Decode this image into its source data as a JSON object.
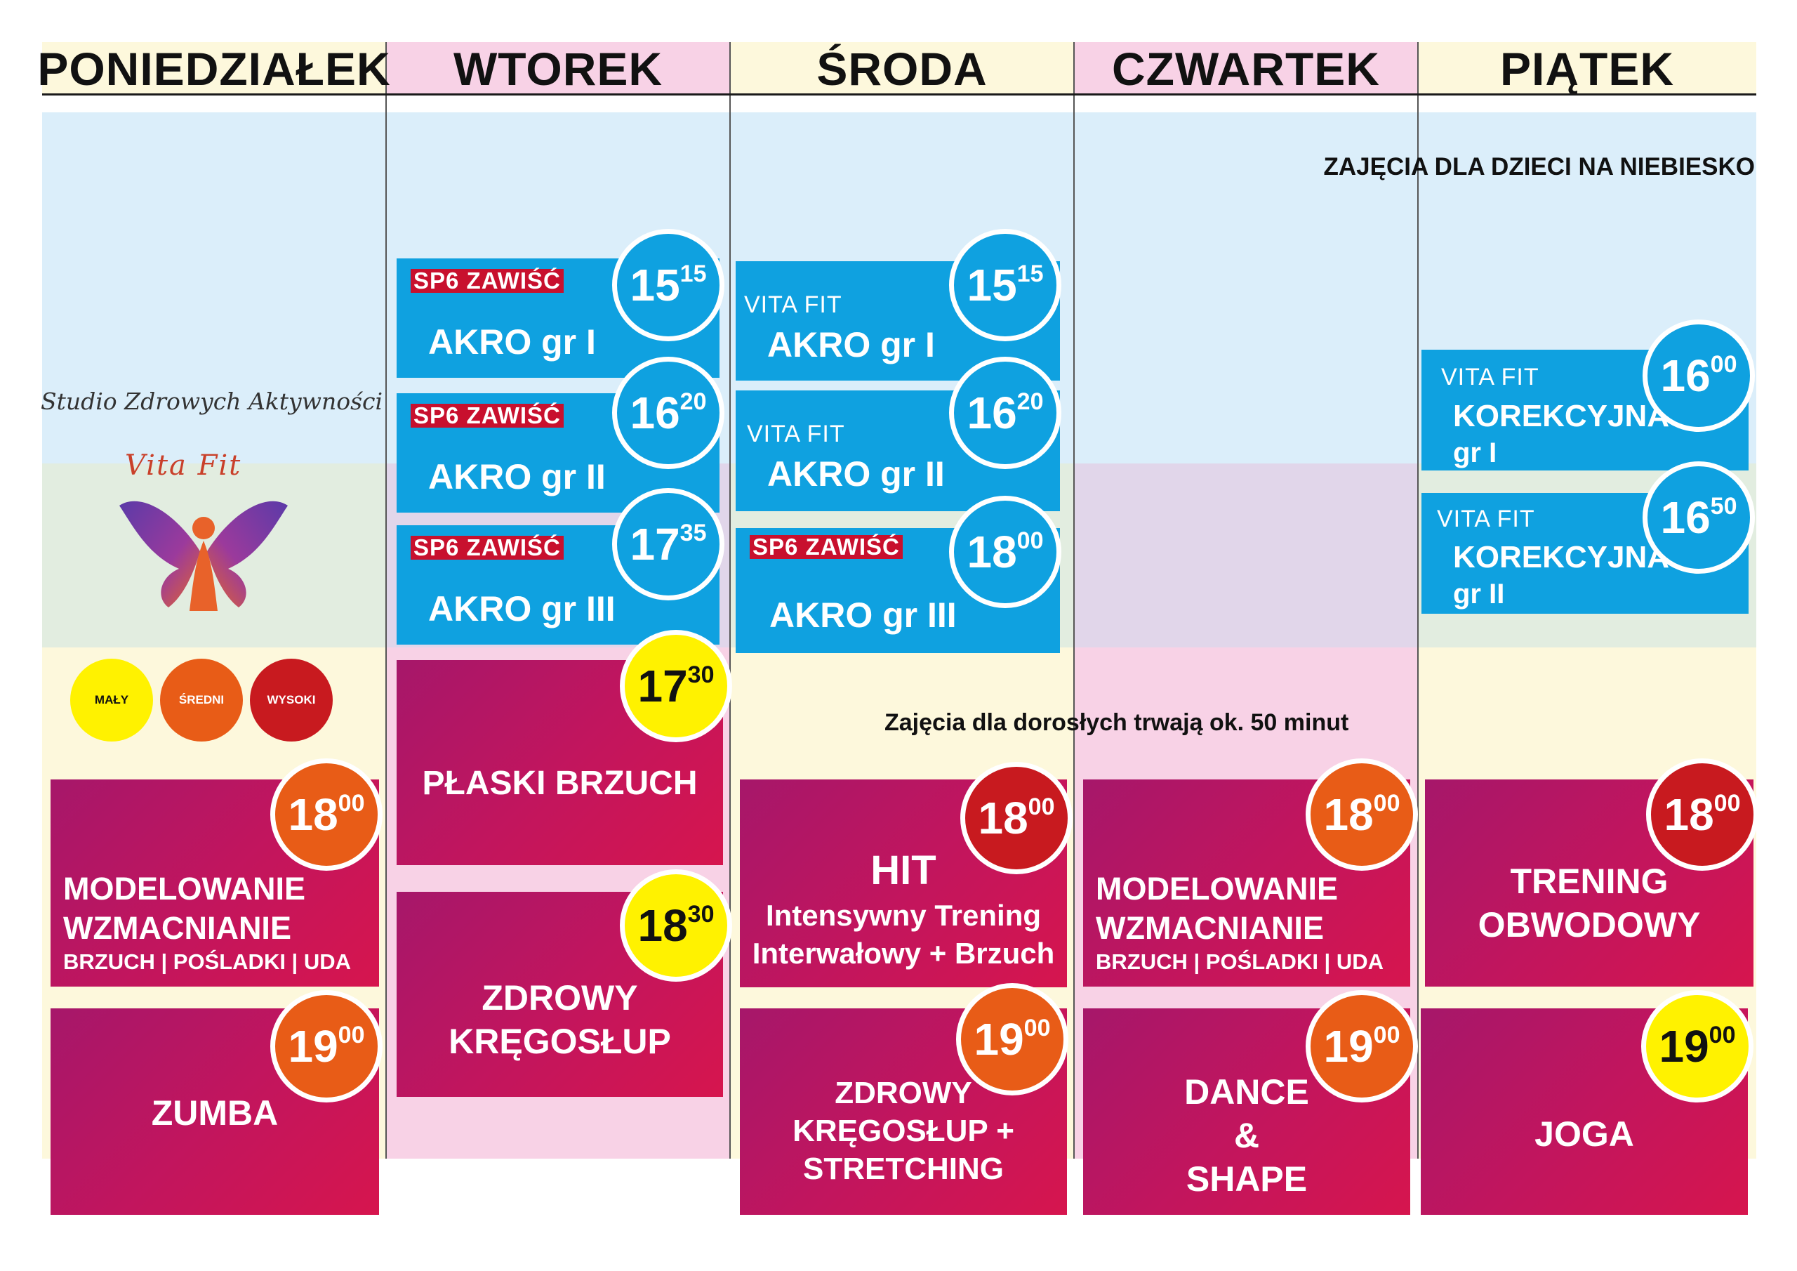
{
  "days": [
    "PONIEDZIAŁEK",
    "WTOREK",
    "ŚRODA",
    "CZWARTEK",
    "PIĄTEK"
  ],
  "notes": {
    "kids": "ZAJĘCIA DLA DZIECI NA NIEBIESKO",
    "adults": "Zajęcia dla dorosłych trwają ok. 50 minut"
  },
  "brand": {
    "studio": "Studio Zdrowych Aktywności",
    "logo_text": "Vita Fit"
  },
  "legend": [
    "MAŁY",
    "ŚREDNI",
    "WYSOKI"
  ],
  "colors": {
    "kids_card": "#0fa1e0",
    "adult_card": "#c1155e",
    "level_low": "#fff200",
    "level_mid": "#e85c17",
    "level_high": "#c81a1f"
  },
  "kids_classes": {
    "tue_1": {
      "tag": "SP6 ZAWIŚĆ",
      "name": "AKRO gr I",
      "hour": "15",
      "min": "15"
    },
    "tue_2": {
      "tag": "SP6 ZAWIŚĆ",
      "name": "AKRO gr II",
      "hour": "16",
      "min": "20"
    },
    "tue_3": {
      "tag": "SP6 ZAWIŚĆ",
      "name": "AKRO gr III",
      "hour": "17",
      "min": "35"
    },
    "wed_1": {
      "tag": "VITA FIT",
      "name": "AKRO gr I",
      "hour": "15",
      "min": "15"
    },
    "wed_2": {
      "tag": "VITA FIT",
      "name": "AKRO gr II",
      "hour": "16",
      "min": "20"
    },
    "wed_3": {
      "tag": "SP6 ZAWIŚĆ",
      "name": "AKRO gr III",
      "hour": "18",
      "min": "00"
    },
    "fri_1": {
      "tag": "VITA FIT",
      "name1": "KOREKCYJNA",
      "name2": "gr I",
      "hour": "16",
      "min": "00"
    },
    "fri_2": {
      "tag": "VITA FIT",
      "name1": "KOREKCYJNA",
      "name2": "gr II",
      "hour": "16",
      "min": "50"
    }
  },
  "adult_classes": {
    "mon_1": {
      "l1": "MODELOWANIE",
      "l2": "WZMACNIANIE",
      "l3": "BRZUCH | POŚLADKI | UDA",
      "hour": "18",
      "min": "00",
      "level": "ŚREDNI"
    },
    "mon_2": {
      "l1": "ZUMBA",
      "hour": "19",
      "min": "00",
      "level": "ŚREDNI"
    },
    "tue_1": {
      "l1": "PŁASKI BRZUCH",
      "hour": "17",
      "min": "30",
      "level": "MAŁY"
    },
    "tue_2": {
      "l1": "ZDROWY",
      "l2": "KRĘGOSŁUP",
      "hour": "18",
      "min": "30",
      "level": "MAŁY"
    },
    "wed_1": {
      "l1": "HIT",
      "l2": "Intensywny Trening",
      "l3": "Interwałowy + Brzuch",
      "hour": "18",
      "min": "00",
      "level": "WYSOKI"
    },
    "wed_2": {
      "l1": "ZDROWY",
      "l2": "KRĘGOSŁUP +",
      "l3": "STRETCHING",
      "hour": "19",
      "min": "00",
      "level": "ŚREDNI"
    },
    "thu_1": {
      "l1": "MODELOWANIE",
      "l2": "WZMACNIANIE",
      "l3": "BRZUCH | POŚLADKI | UDA",
      "hour": "18",
      "min": "00",
      "level": "ŚREDNI"
    },
    "thu_2": {
      "l1": "DANCE",
      "l2": "&",
      "l3": "SHAPE",
      "hour": "19",
      "min": "00",
      "level": "ŚREDNI"
    },
    "fri_1": {
      "l1": "TRENING",
      "l2": "OBWODOWY",
      "hour": "18",
      "min": "00",
      "level": "WYSOKI"
    },
    "fri_2": {
      "l1": "JOGA",
      "hour": "19",
      "min": "00",
      "level": "MAŁY"
    }
  }
}
